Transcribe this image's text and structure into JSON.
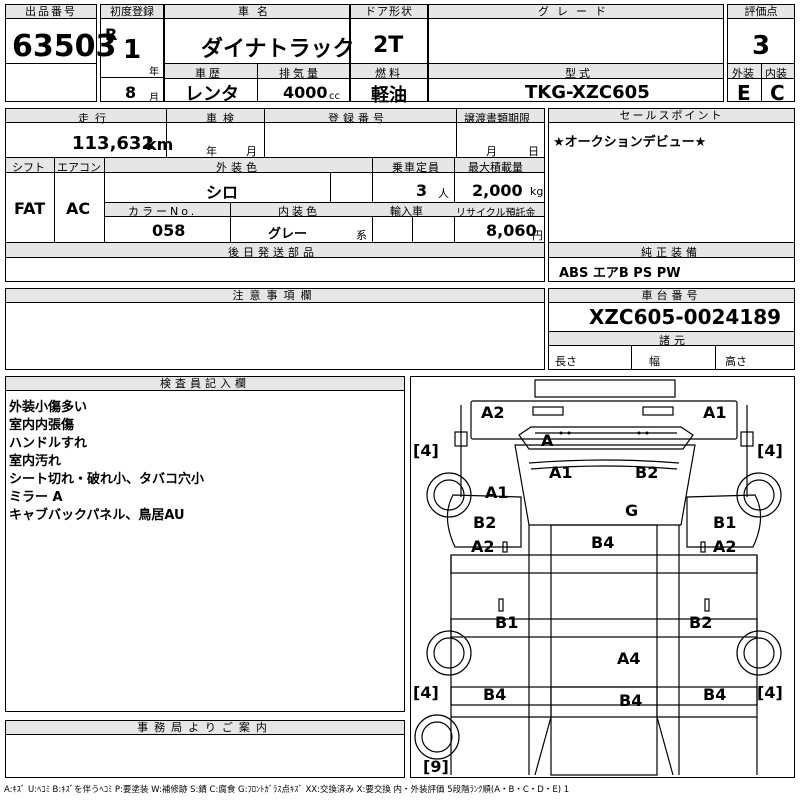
{
  "header": {
    "lot_label": "出品番号",
    "lot_number": "63503",
    "first_reg_label": "初度登録",
    "era": "R",
    "year": "1",
    "year_unit": "年",
    "month": "8",
    "month_unit": "月",
    "car_name_label": "車名",
    "car_name": "ダイナトラック",
    "history_label": "車歴",
    "history": "レンタ",
    "displacement_label": "排気量",
    "displacement": "4000",
    "displacement_unit": "cc",
    "door_label": "ドア形状",
    "door": "2T",
    "fuel_label": "燃料",
    "fuel": "軽油",
    "grade_label": "グレード",
    "grade": "",
    "model_label": "型式",
    "model": "TKG-XZC605",
    "score_label": "評価点",
    "score": "3",
    "exterior_label": "外装",
    "exterior": "E",
    "interior_label": "内装",
    "interior": "C"
  },
  "row2": {
    "mileage_label": "走行",
    "mileage": "113,632",
    "mileage_unit": "km",
    "inspection_label": "車検",
    "inspection_year_unit": "年",
    "inspection_month_unit": "月",
    "reg_number_label": "登録番号",
    "transfer_label": "譲渡書類期限",
    "transfer_month_unit": "月",
    "transfer_day_unit": "日",
    "shift_label": "シフト",
    "shift": "FAT",
    "ac_label": "エアコン",
    "ac": "AC",
    "ext_color_label": "外装色",
    "ext_color": "シロ",
    "color_no_label": "カラーNo.",
    "color_no": "058",
    "int_color_label": "内装色",
    "int_color": "グレー",
    "int_color_suffix": "系",
    "capacity_label": "乗車定員",
    "capacity": "3",
    "capacity_unit": "人",
    "max_load_label": "最大積載量",
    "max_load": "2,000",
    "max_load_unit": "kg",
    "import_label": "輸入車",
    "recycle_label": "リサイクル預託金",
    "recycle": "8,060",
    "recycle_unit": "円",
    "later_parts_label": "後日発送部品"
  },
  "sales_point": {
    "label": "セールスポイント",
    "text": "★オークションデビュー★"
  },
  "equipment": {
    "label": "純正装備",
    "text": "ABS エアB PS PW"
  },
  "notes": {
    "label": "注意事項欄"
  },
  "chassis": {
    "label": "車台番号",
    "number": "XZC605-0024189",
    "spec_label": "諸元",
    "length_label": "長さ",
    "width_label": "幅",
    "height_label": "高さ"
  },
  "inspector": {
    "label": "検査員記入欄",
    "lines": [
      "外装小傷多い",
      "室内内張傷",
      "ハンドルすれ",
      "室内汚れ",
      "シート切れ・破れ小、タバコ穴小",
      "ミラー A",
      "キャブバックパネル、鳥居AU"
    ]
  },
  "diagram": {
    "marks": {
      "a2_top_left": "A2",
      "a1_top_right": "A1",
      "a_windshield": "A",
      "a1_cab_left": "A1",
      "b2_cab_right": "B2",
      "g_glass": "G",
      "a1_left_door": "A1",
      "b2_left": "B2",
      "a2_left": "A2",
      "b1_right": "B1",
      "a2_right": "A2",
      "b4_bed": "B4",
      "b1_left_lower": "B1",
      "b2_right_lower": "B2",
      "a4_bed_rear": "A4",
      "b4_left_rear": "B4",
      "b4_center_rear": "B4",
      "b4_right_rear": "B4"
    },
    "tires": {
      "front_left": "4",
      "front_right": "4",
      "rear_left": "4",
      "rear_right": "4",
      "spare": "9"
    }
  },
  "office": {
    "label": "事務局よりご案内"
  },
  "legend": {
    "text": "A:ｷｽﾞ U:ﾍｺﾐ B:ｷｽﾞを伴うﾍｺﾐ P:要塗装 W:補修跡 S:錆 C:腐食 G:ﾌﾛﾝﾄｶﾞﾗｽ点ｷｽﾞ XX:交換済み X:要交換 内・外装評価 5段階ﾗﾝｸ順(A・B・C・D・E) 1"
  }
}
